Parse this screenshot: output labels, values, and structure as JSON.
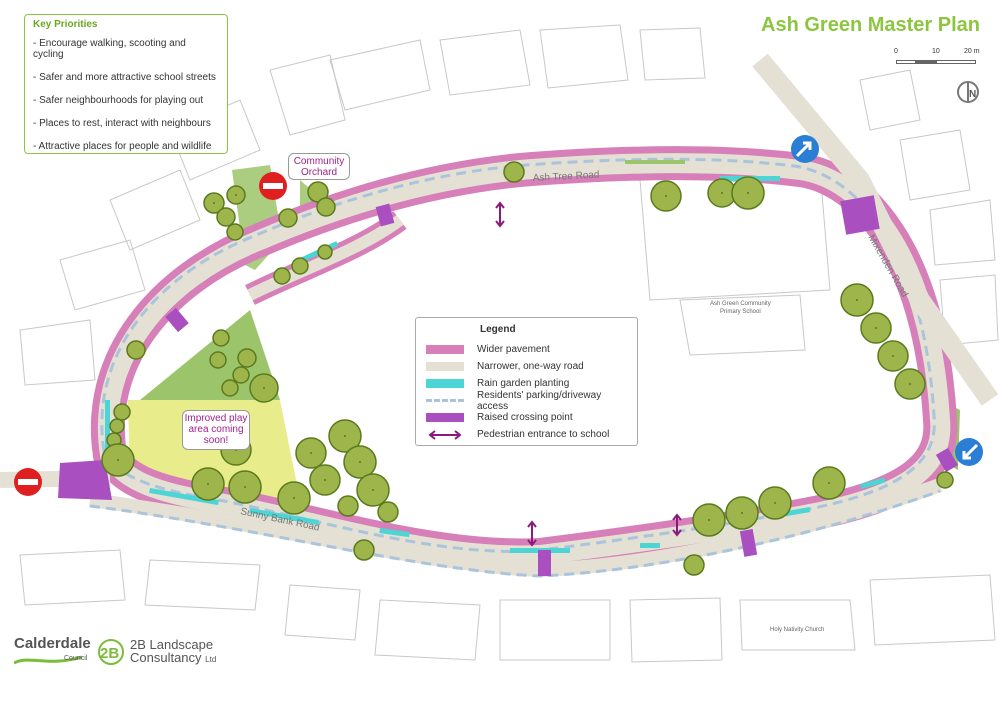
{
  "title": "Ash Green Master Plan",
  "priorities": {
    "heading": "Key Priorities",
    "items": [
      "- Encourage walking, scooting and cycling",
      "- Safer and more attractive school streets",
      "- Safer neighbourhoods for playing out",
      "- Places to rest, interact with neighbours",
      "- Attractive places for people and wildlife"
    ]
  },
  "scale": {
    "labels": [
      "0",
      "10",
      "20 m"
    ]
  },
  "legend": {
    "heading": "Legend",
    "items": [
      {
        "label": "Wider pavement",
        "color": "#d67fb8"
      },
      {
        "label": "Narrower, one-way road",
        "color": "#e4e0d4"
      },
      {
        "label": "Rain garden planting",
        "color": "#4dd4d4"
      },
      {
        "label": "Residents' parking/driveway access",
        "color": "#aac4dc"
      },
      {
        "label": "Raised crossing point",
        "color": "#a94fc0"
      },
      {
        "label": "Pedestrian entrance to school",
        "color": "#8b1a7a"
      }
    ]
  },
  "callouts": {
    "orchard": "Community Orchard",
    "play": "Improved play area coming soon!"
  },
  "roads": {
    "ash_tree": "Ash Tree Road",
    "sunny_bank": "Sunny Bank Road",
    "mixenden": "Mixenden Road"
  },
  "buildings": {
    "school_line1": "Ash Green Community",
    "school_line2": "Primary School",
    "church": "Holy Nativity Church"
  },
  "logos": {
    "calderdale": "Calderdale",
    "calderdale_sub": "Council",
    "firm_mark": "2B",
    "firm_line1": "2B Landscape",
    "firm_line2": "Consultancy",
    "firm_ltd": "Ltd"
  },
  "colors": {
    "pavement": "#d67fb8",
    "road": "#e4e0d4",
    "rain_garden": "#4dd4d4",
    "parking": "#aac4dc",
    "crossing": "#a94fc0",
    "entrance": "#8b1a7a",
    "tree": "#9db54a",
    "green_space": "#9cc46a",
    "play_area": "#e8ec8a",
    "title": "#8cc63f",
    "no_entry": "#e02020",
    "one_way": "#2a7fd4"
  },
  "icons": [
    "no-entry-icon",
    "one-way-arrow-icon",
    "north-arrow-icon",
    "tree-icon",
    "double-arrow-icon"
  ]
}
